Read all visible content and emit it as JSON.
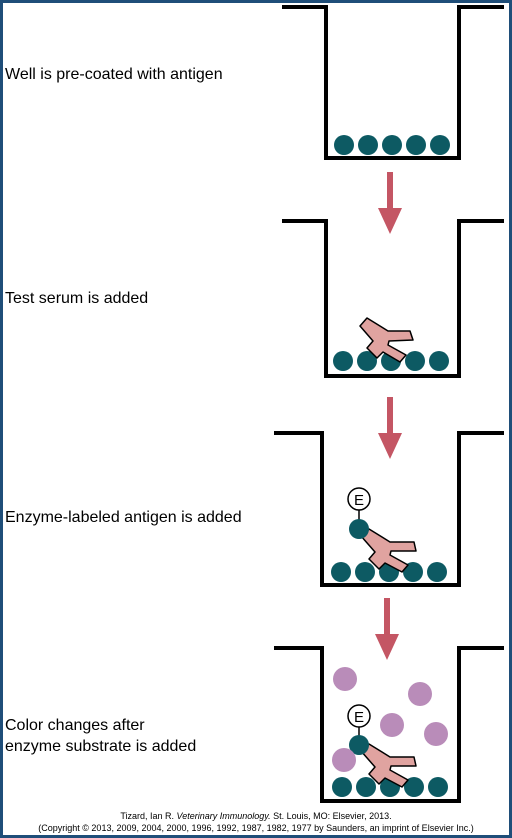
{
  "steps": [
    {
      "label": "Well is pre-coated with antigen"
    },
    {
      "label": "Test serum is added"
    },
    {
      "label": "Enzyme-labeled antigen is added"
    },
    {
      "label": "Color changes after\nenzyme substrate is added"
    }
  ],
  "enzyme_label": "E",
  "credit": {
    "author": "Tizard, Ian R. ",
    "title": "Veterinary Immunology.",
    "publisher": " St. Louis, MO: Elsevier, 2013.",
    "copyright": "(Copyright © 2013, 2009, 2004, 2000, 1996, 1992, 1987, 1982, 1977 by Saunders, an imprint of Elsevier Inc.)"
  },
  "colors": {
    "frame": "#1f4e79",
    "antigen": "#0d5a63",
    "antibody": "#e0a3a0",
    "arrow": "#c45664",
    "product": "#b98cb9"
  }
}
